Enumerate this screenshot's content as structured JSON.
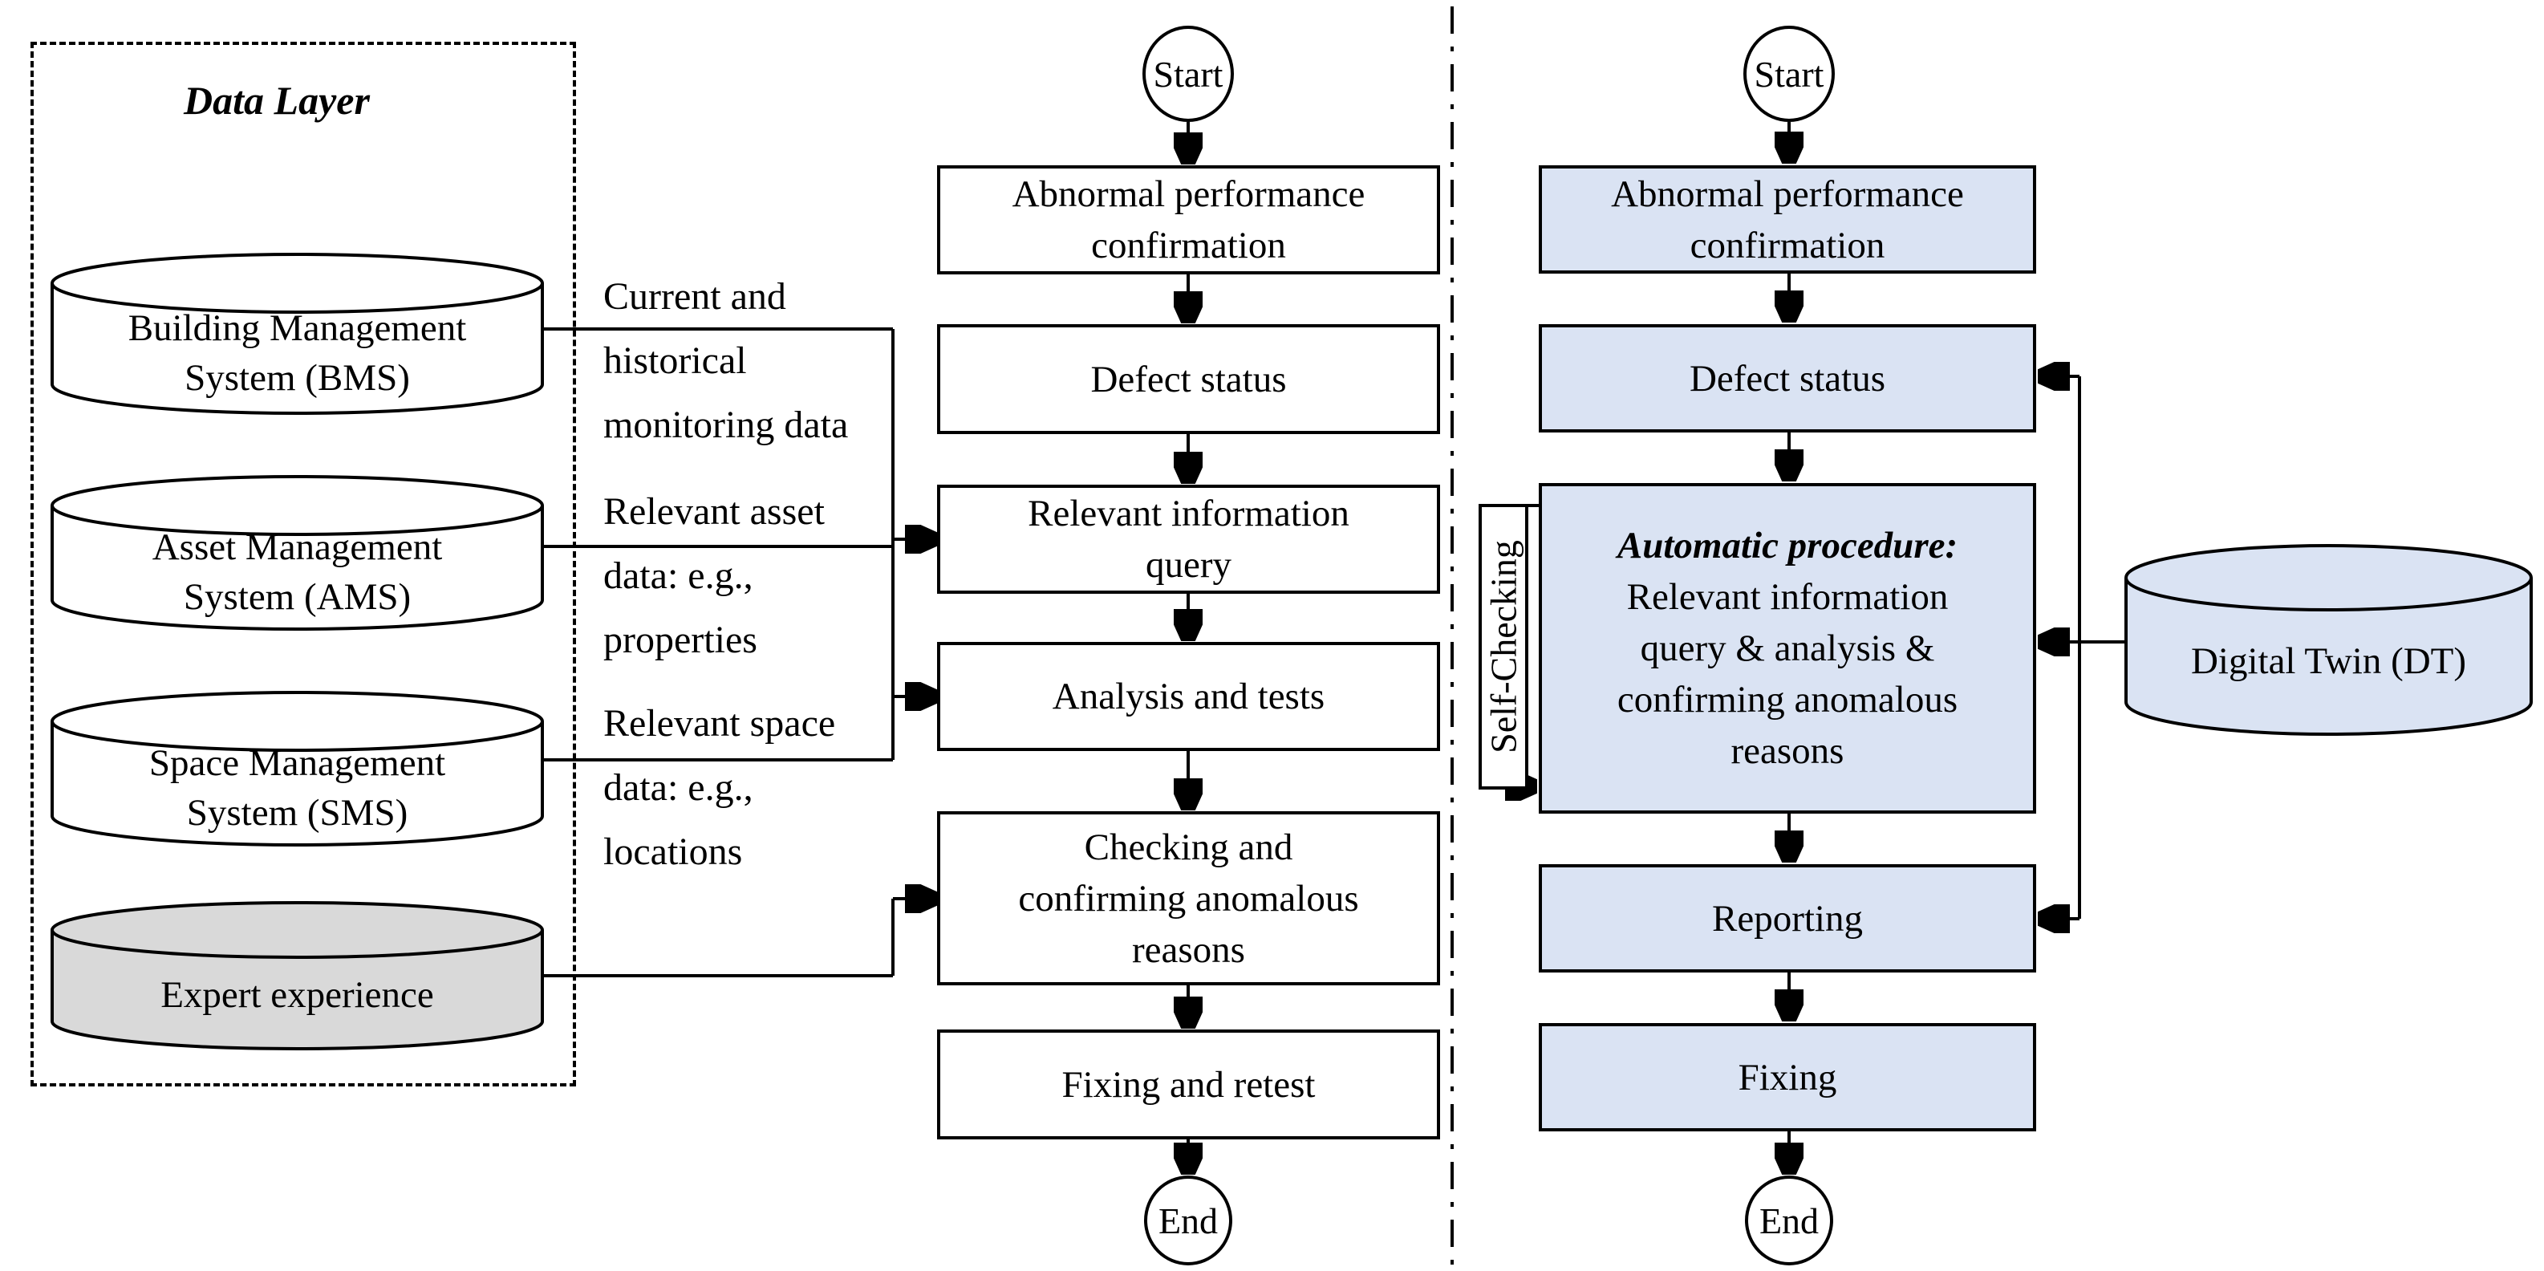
{
  "diagram": {
    "data_layer": {
      "title": "Data Layer",
      "databases": [
        {
          "id": "bms",
          "lines": [
            "Building Management",
            "System (BMS)"
          ]
        },
        {
          "id": "ams",
          "lines": [
            "Asset Management",
            "System (AMS)"
          ]
        },
        {
          "id": "sms",
          "lines": [
            "Space Management",
            "System (SMS)"
          ]
        },
        {
          "id": "expert",
          "lines": [
            "Expert experience"
          ]
        }
      ]
    },
    "annotations": [
      {
        "lines": [
          "Current and",
          "historical",
          "monitoring data"
        ]
      },
      {
        "lines": [
          "Relevant asset",
          "data: e.g.,",
          "properties"
        ]
      },
      {
        "lines": [
          "Relevant space",
          "data: e.g.,",
          "locations"
        ]
      }
    ],
    "manual_flow": {
      "start_label": "Start",
      "end_label": "End",
      "steps": [
        {
          "lines": [
            "Abnormal performance",
            "confirmation"
          ]
        },
        {
          "lines": [
            "Defect status"
          ]
        },
        {
          "lines": [
            "Relevant information",
            "query"
          ]
        },
        {
          "lines": [
            "Analysis and tests"
          ]
        },
        {
          "lines": [
            "Checking and",
            "confirming anomalous",
            "reasons"
          ]
        },
        {
          "lines": [
            "Fixing and retest"
          ]
        }
      ]
    },
    "auto_flow": {
      "start_label": "Start",
      "end_label": "End",
      "self_checking_label": "Self-Checking",
      "digital_twin_label": "Digital Twin (DT)",
      "steps": [
        {
          "lines": [
            "Abnormal performance",
            "confirmation"
          ]
        },
        {
          "lines": [
            "Defect status"
          ]
        },
        {
          "lines": [
            "Automatic procedure:",
            "Relevant information",
            "query & analysis &",
            "confirming anomalous",
            "reasons"
          ]
        },
        {
          "lines": [
            "Reporting"
          ]
        },
        {
          "lines": [
            "Fixing"
          ]
        }
      ]
    },
    "colors": {
      "auto_box_fill": "#dae3f3",
      "expert_fill": "#d9d9d9",
      "plain_fill": "#ffffff",
      "stroke": "#000000"
    }
  }
}
